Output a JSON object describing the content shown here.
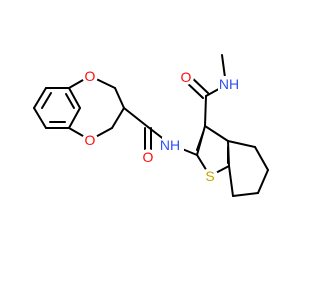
{
  "molecule": {
    "atoms": {
      "O1": {
        "symbol": "O",
        "color": "#ff0d0d"
      },
      "O2": {
        "symbol": "O",
        "color": "#ff0d0d"
      },
      "O_amide1": {
        "symbol": "O",
        "color": "#ff0d0d"
      },
      "NH_amide1": {
        "symbol": "N",
        "suffix": "H",
        "color": "#3050f8"
      },
      "O_amide2": {
        "symbol": "O",
        "color": "#ff0d0d"
      },
      "NH_amide2": {
        "symbol": "N",
        "suffix": "H",
        "color": "#3050f8"
      },
      "S": {
        "symbol": "S",
        "color": "#c6a500"
      }
    }
  }
}
